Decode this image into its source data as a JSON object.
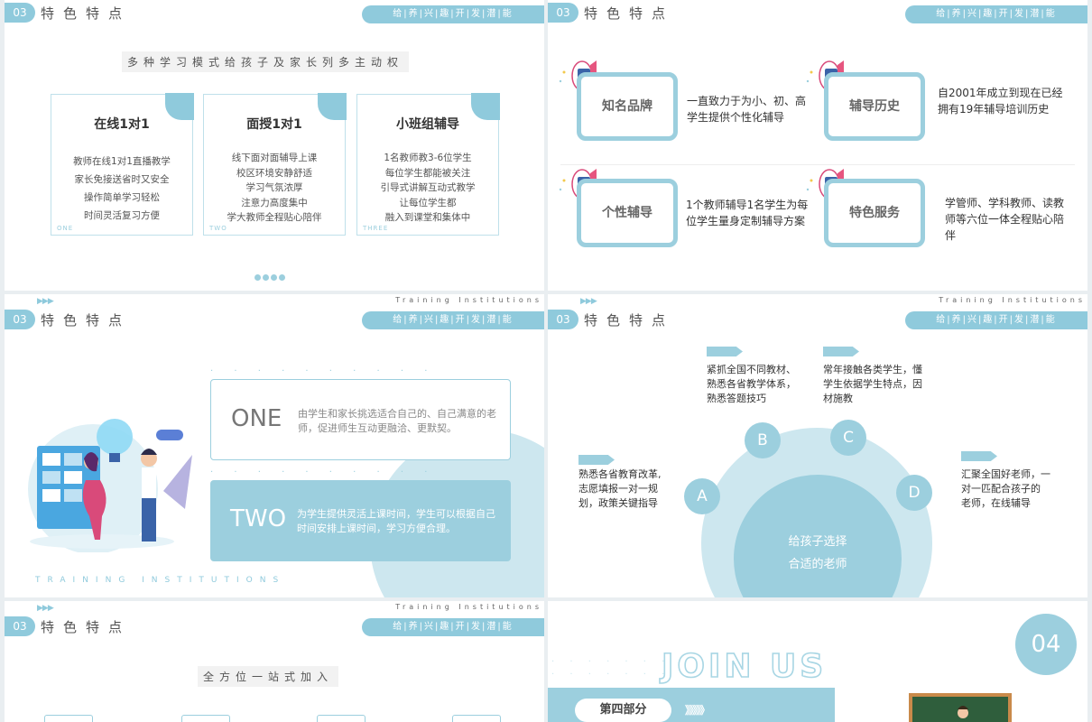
{
  "header": {
    "section_num": "03",
    "section_title": "特色特点",
    "tagline": "给|养|兴|趣|开|发|潜|能",
    "training_label": "Training Institutions",
    "arrows": "▶▶▶"
  },
  "slide1": {
    "subtitle": "多种学习模式给孩子及家长列多主动权",
    "cards": [
      {
        "title": "在线1对1",
        "lines": [
          "教师在线1对1直播教学",
          "家长免接送省时又安全",
          "操作简单学习轻松",
          "时间灵活复习方便"
        ],
        "label": "ONE"
      },
      {
        "title": "面授1对1",
        "lines": [
          "线下面对面辅导上课",
          "校区环境安静舒适",
          "学习气氛浓厚",
          "注意力高度集中",
          "学大教师全程贴心陪伴"
        ],
        "label": "TWO"
      },
      {
        "title": "小班组辅导",
        "lines": [
          "1名教师教3-6位学生",
          "每位学生都能被关注",
          "引导式讲解互动式教学",
          "让每位学生都",
          "融入到课堂和集体中"
        ],
        "label": "THREE"
      }
    ]
  },
  "slide2": {
    "features": [
      {
        "title": "知名品牌",
        "desc": "一直致力于为小、初、高学生提供个性化辅导"
      },
      {
        "title": "辅导历史",
        "desc": "自2001年成立到现在已经拥有19年辅导培训历史"
      },
      {
        "title": "个性辅导",
        "desc": "1个教师辅导1名学生为每位学生量身定制辅导方案"
      },
      {
        "title": "特色服务",
        "desc": "学管师、学科教师、读教师等六位一体全程贴心陪伴"
      }
    ]
  },
  "slide3": {
    "items": [
      {
        "label": "ONE",
        "text": "由学生和家长挑选适合自己的、自己满意的老师，促进师生互动更融洽、更默契。"
      },
      {
        "label": "TWO",
        "text": "为学生提供灵活上课时间，学生可以根据自己时间安排上课时间，学习方便合理。"
      }
    ],
    "footer": "TRAINING INSTITUTIONS"
  },
  "slide4": {
    "center": [
      "给孩子选择",
      "合适的老师"
    ],
    "letters": [
      "A",
      "B",
      "C",
      "D"
    ],
    "texts": {
      "a": [
        "熟悉各省教育改革,",
        "志愿填报一对一规",
        "划，政策关键指导"
      ],
      "b": [
        "紧抓全国不同教材、",
        "熟悉各省教学体系，",
        "熟悉答题技巧"
      ],
      "c": [
        "常年接触各类学生，懂",
        "学生依据学生特点，因",
        "材施教"
      ],
      "d": [
        "汇聚全国好老师，一",
        "对一匹配合孩子的",
        "老师，在线辅导"
      ]
    }
  },
  "slide5": {
    "subtitle": "全方位一站式加入"
  },
  "slide6": {
    "join": "JOIN US",
    "number": "04",
    "part": "第四部分",
    "chevrons": "》》》》》"
  },
  "colors": {
    "accent": "#8fcadc",
    "light": "#cde7ef"
  }
}
